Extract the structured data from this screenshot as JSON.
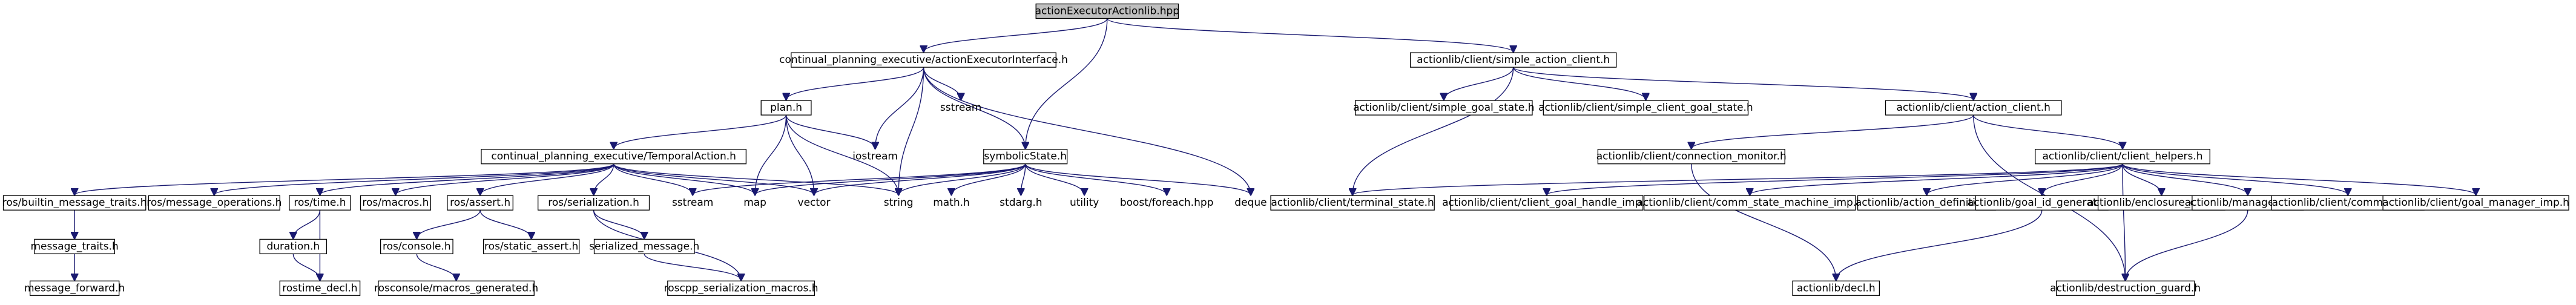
{
  "diagram": {
    "title": "actionExecutorActionlib.hpp",
    "nodes": {
      "root": "actionExecutorActionlib.hpp",
      "aei": "continual_planning_executive/actionExecutorInterface.h",
      "sac": "actionlib/client/simple_action_client.h",
      "plan": "plan.h",
      "sstream_top": "sstream",
      "iostream": "iostream",
      "symstate": "symbolicState.h",
      "string": "string",
      "deque": "deque",
      "sgs": "actionlib/client/simple_goal_state.h",
      "scgs": "actionlib/client/simple_client_goal_state.h",
      "ac": "actionlib/client/action_client.h",
      "tempaction": "continual_planning_executive/TemporalAction.h",
      "connmon": "actionlib/client/connection_monitor.h",
      "clienthelpers": "actionlib/client/client_helpers.h",
      "builtin": "ros/builtin_message_traits.h",
      "msgops": "ros/message_operations.h",
      "rostime": "ros/time.h",
      "rosmacros": "ros/macros.h",
      "rosassert": "ros/assert.h",
      "serialization": "ros/serialization.h",
      "sstream2": "sstream",
      "map": "map",
      "vector": "vector",
      "mathh": "math.h",
      "stdarg": "stdarg.h",
      "utility": "utility",
      "foreach": "boost/foreach.hpp",
      "terminal": "actionlib/client/terminal_state.h",
      "cgh": "actionlib/client/client_goal_handle_imp.h",
      "csm": "actionlib/client/comm_state_machine_imp.h",
      "actdef": "actionlib/action_definition.h",
      "goalid": "actionlib/goal_id_generator.h",
      "encdel": "actionlib/enclosure_deleter.h",
      "managed": "actionlib/managed_list.h",
      "commstate": "actionlib/client/comm_state.h",
      "goalmgr": "actionlib/client/goal_manager_imp.h",
      "msgtraits": "message_traits.h",
      "duration": "duration.h",
      "rosconsole": "ros/console.h",
      "staticassert": "ros/static_assert.h",
      "sermsg": "serialized_message.h",
      "msgfwd": "message_forward.h",
      "rostimedecl": "rostime_decl.h",
      "macrosgen": "rosconsole/macros_generated.h",
      "roscppsermacros": "roscpp_serialization_macros.h",
      "decl": "actionlib/decl.h",
      "destguard": "actionlib/destruction_guard.h"
    }
  }
}
